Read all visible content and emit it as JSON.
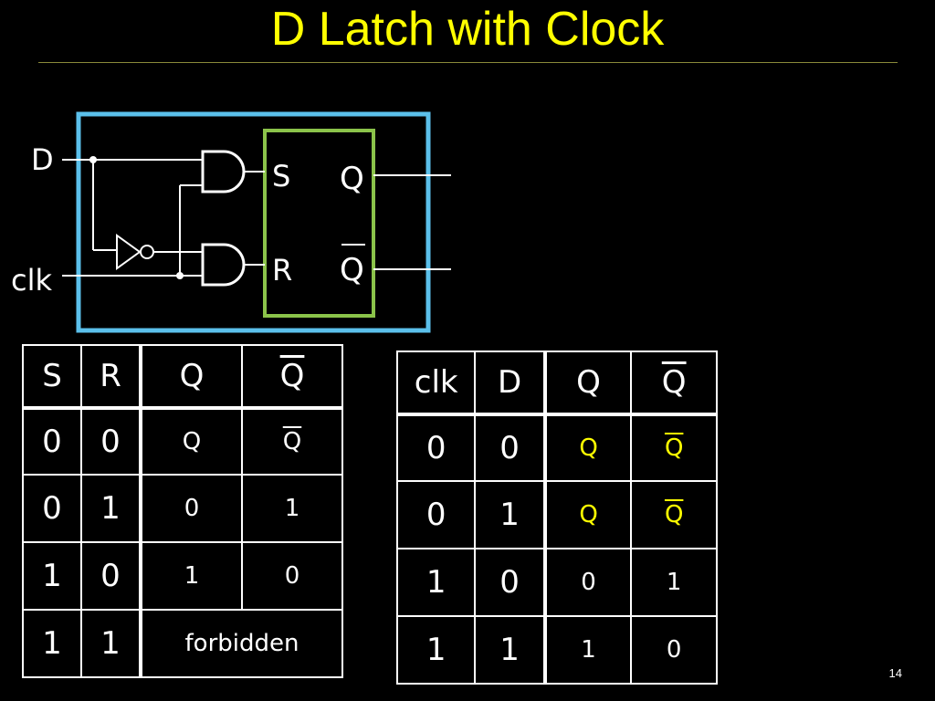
{
  "slide": {
    "title": "D Latch with Clock",
    "page_number": "14"
  },
  "circuit": {
    "input_d": "D",
    "input_clk": "clk",
    "latch_s": "S",
    "latch_r": "R",
    "latch_q": "Q",
    "latch_qbar": "Q",
    "colors": {
      "outer_box": "#5bc0eb",
      "latch_box": "#8bc34a",
      "wires": "#ffffff"
    }
  },
  "sr_table": {
    "headers": [
      "S",
      "R",
      "Q",
      "Q"
    ],
    "rows": [
      [
        "0",
        "0",
        "Q",
        "Q"
      ],
      [
        "0",
        "1",
        "0",
        "1"
      ],
      [
        "1",
        "0",
        "1",
        "0"
      ],
      [
        "1",
        "1",
        "forbidden"
      ]
    ]
  },
  "d_table": {
    "headers": [
      "clk",
      "D",
      "Q",
      "Q"
    ],
    "rows": [
      [
        "0",
        "0",
        "Q",
        "Q"
      ],
      [
        "0",
        "1",
        "Q",
        "Q"
      ],
      [
        "1",
        "0",
        "0",
        "1"
      ],
      [
        "1",
        "1",
        "1",
        "0"
      ]
    ],
    "highlight_color": "#ffff00"
  }
}
